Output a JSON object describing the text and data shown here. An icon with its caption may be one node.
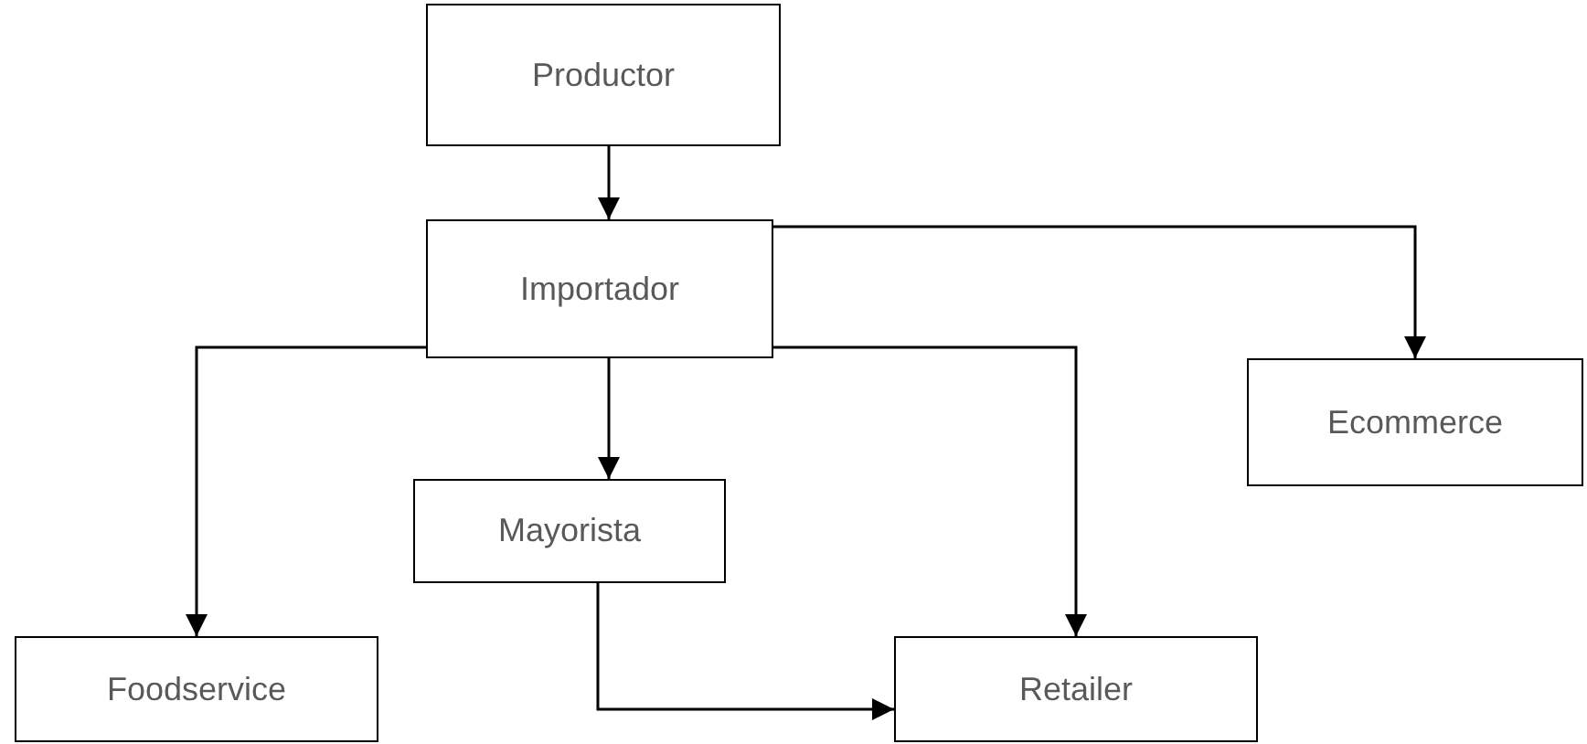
{
  "diagram": {
    "nodes": [
      {
        "text": [
          "Productor"
        ]
      },
      {
        "text": [
          "Importador"
        ]
      },
      {
        "text": [
          "Ecommerce"
        ]
      },
      {
        "text": [
          "Mayorista"
        ]
      },
      {
        "text": [
          "Foodservice"
        ]
      },
      {
        "text": [
          "Retailer"
        ]
      }
    ],
    "edges": [
      {
        "from": 0,
        "to": 1,
        "arrow": "to"
      },
      {
        "from": 1,
        "to": 2,
        "arrow": "to"
      },
      {
        "from": 1,
        "to": 4,
        "arrow": "to"
      },
      {
        "from": 1,
        "to": 3,
        "arrow": "to"
      },
      {
        "from": 1,
        "to": 5,
        "arrow": "to"
      },
      {
        "from": 3,
        "to": 5,
        "arrow": "to"
      }
    ]
  }
}
